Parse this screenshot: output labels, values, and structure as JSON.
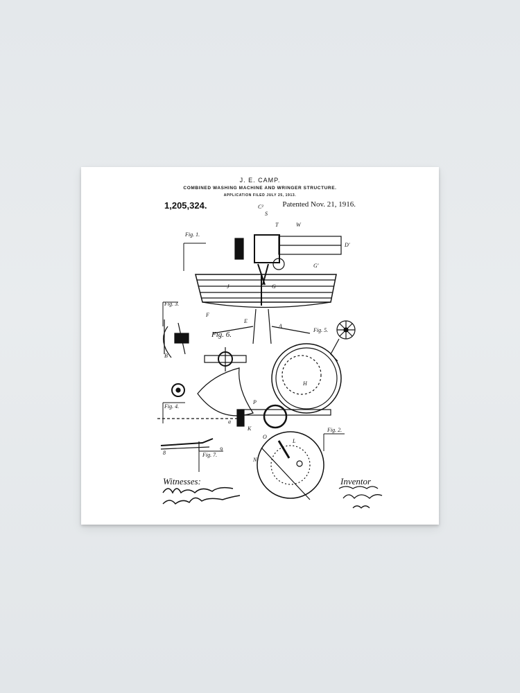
{
  "poster": {
    "inventor_header": "J. E. CAMP.",
    "title": "COMBINED WASHING MACHINE AND WRINGER STRUCTURE.",
    "application": "APPLICATION FILED JULY 25, 1913.",
    "patent_number": "1,205,324.",
    "patent_date": "Patented Nov. 21, 1916.",
    "witnesses_label": "Witnesses:",
    "inventor_label": "Inventor",
    "signatures": [
      "Marie Dacey",
      "Eunice Peckum",
      "Joseph E. Camp",
      "By J. M. ... Atty."
    ],
    "figure_labels": [
      "Fig. 1.",
      "Fig. 3.",
      "Fig. 6.",
      "Fig. 5.",
      "Fig. 4.",
      "Fig. 2.",
      "Fig. 7."
    ],
    "part_letters": [
      "C²",
      "S",
      "W",
      "T",
      "D'",
      "G'",
      "J",
      "G",
      "H",
      "F",
      "E",
      "A",
      "K",
      "P",
      "B",
      "N",
      "L",
      "O",
      "a",
      "8",
      "9"
    ]
  },
  "colors": {
    "wall": "#e6e9ec",
    "poster": "#ffffff",
    "ink": "#111111"
  }
}
